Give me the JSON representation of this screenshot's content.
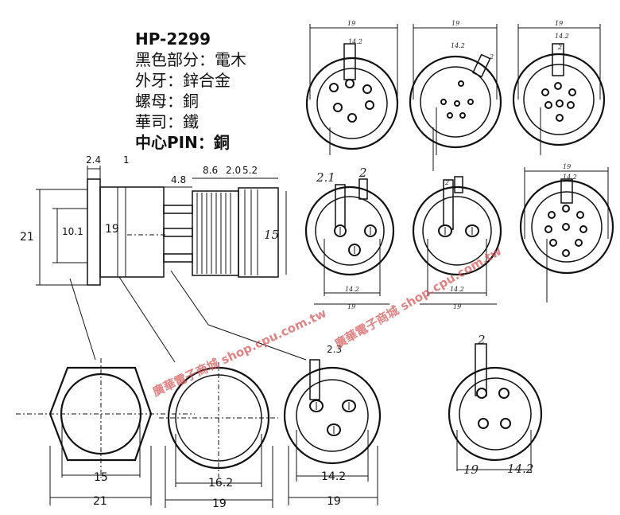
{
  "spec": {
    "model": "HP-2299",
    "lines": [
      "黑色部分：電木",
      "外牙：鋅合金",
      "螺母：銅",
      "華司：鐵",
      "中心PIN：銅"
    ]
  },
  "side_view": {
    "dims_top": [
      "2.4",
      "1",
      "4.8",
      "8.6",
      "2.0",
      "5.2"
    ],
    "dims_left": [
      "21",
      "10.1",
      "19"
    ],
    "dim_right": "15"
  },
  "bottom_views": {
    "hex_nut": {
      "inner": "15",
      "outer": "21"
    },
    "washer": {
      "inner": "16.2",
      "outer": "19"
    },
    "face_3pin": {
      "pin": "2.3",
      "inner": "14.2",
      "outer": "19"
    },
    "face_4pin_hand": {
      "pin": "2",
      "inner": "14.2",
      "outer": "19"
    }
  },
  "top_views": {
    "row1": [
      {
        "top": "19",
        "inner": "14.2"
      },
      {
        "top": "19",
        "inner": "14.2",
        "pin": "2"
      },
      {
        "top": "19",
        "inner": "14.2",
        "pin": "2"
      }
    ],
    "row2": [
      {
        "pin_a": "2.1",
        "pin_b": "2",
        "inner": "14.2",
        "outer": "19"
      },
      {
        "pin": "2",
        "inner": "14.2",
        "outer": "19"
      },
      {
        "top": "19",
        "inner": "14.2"
      }
    ]
  },
  "watermarks": [
    "廣華電子商城  shop.cpu.com.tw",
    "廣華電子商城  shop.cpu.com.tw"
  ],
  "colors": {
    "line": "#111111",
    "watermark": "#d65a5a"
  }
}
